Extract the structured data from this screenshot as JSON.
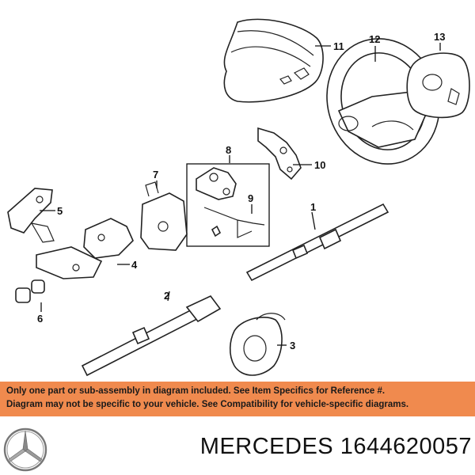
{
  "callouts": [
    {
      "id": "1",
      "label": "1"
    },
    {
      "id": "2",
      "label": "2"
    },
    {
      "id": "3",
      "label": "3"
    },
    {
      "id": "4",
      "label": "4"
    },
    {
      "id": "5",
      "label": "5"
    },
    {
      "id": "6",
      "label": "6"
    },
    {
      "id": "7",
      "label": "7"
    },
    {
      "id": "8",
      "label": "8"
    },
    {
      "id": "9",
      "label": "9"
    },
    {
      "id": "10",
      "label": "10"
    },
    {
      "id": "11",
      "label": "11"
    },
    {
      "id": "12",
      "label": "12"
    },
    {
      "id": "13",
      "label": "13"
    }
  ],
  "notice": {
    "line1": "Only one part or sub-assembly in diagram included. See Item Specifics for Reference #.",
    "line2": "Diagram may not be specific to your vehicle. See Compatibility for vehicle-specific diagrams.",
    "background": "#f08a4e"
  },
  "footer": {
    "brand_text": "MERCEDES 1644620057",
    "logo_icon": "mercedes-star-icon"
  }
}
